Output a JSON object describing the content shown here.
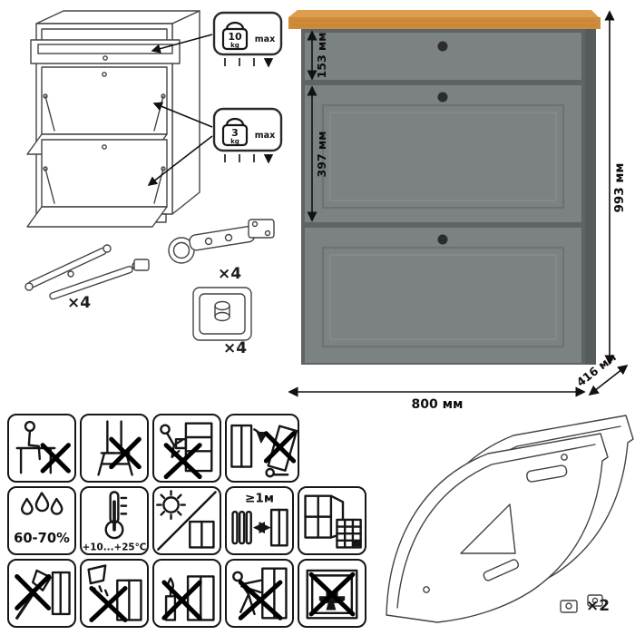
{
  "dimensions": {
    "drawer_height": "153 мм",
    "flap_height": "397 мм",
    "total_height": "993 мм",
    "width": "800 мм",
    "depth": "416 мм"
  },
  "load_badges": {
    "drawer": {
      "value": "10",
      "unit": "kg",
      "max_label": "max"
    },
    "flap": {
      "value": "3",
      "unit": "kg",
      "max_label": "max"
    }
  },
  "hardware": {
    "stay_count": "×4",
    "hinge_count": "×4",
    "leg_count": "×4",
    "panel_count": "×2"
  },
  "care_labels": {
    "humidity": "60-70%",
    "temperature": "+10...+25°С",
    "min_distance": "≥1м"
  },
  "colors": {
    "body_grey": "#7c8183",
    "body_side": "#565b5d",
    "body_recess": "#5e6365",
    "top_wood": "#ce8b39",
    "top_wood_light": "#dd9d4f",
    "knob": "#2c2c2c",
    "line_black": "#111111"
  }
}
